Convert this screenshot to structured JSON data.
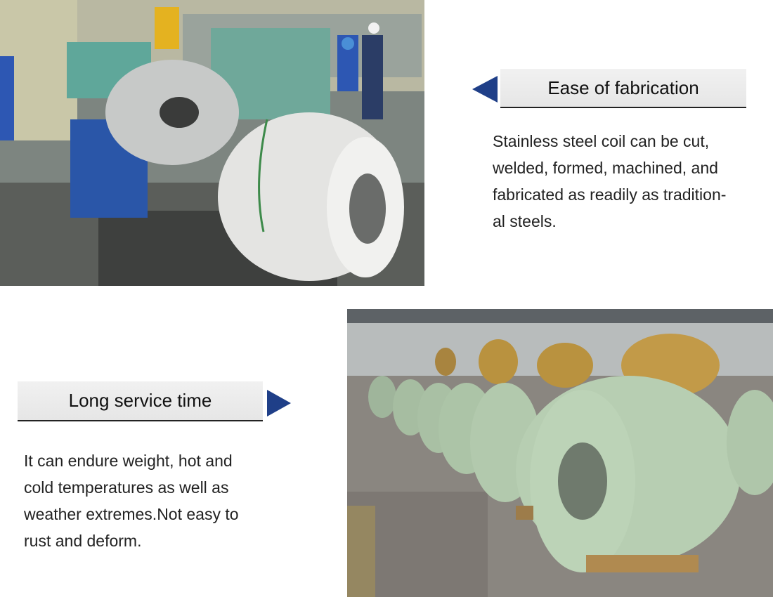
{
  "sections": [
    {
      "heading": "Ease of fabrication",
      "text": "Stainless steel coil can be cut,\nwelded, formed, machined, and\nfabricated as readily as tradition-\nal steels.",
      "photo_subject": "steel coil on slitting machine with workers"
    },
    {
      "heading": "Long service time",
      "text": "It can endure weight, hot and\ncold temperatures as well as\nweather extremes.Not easy to\nrust and deform.",
      "photo_subject": "rows of wrapped stainless steel coils in warehouse"
    }
  ],
  "colors": {
    "arrow": "#1f3f88",
    "heading_bg": "#eaeaea",
    "text": "#222222"
  },
  "icons": [
    "triangle-left-icon",
    "triangle-right-icon"
  ]
}
